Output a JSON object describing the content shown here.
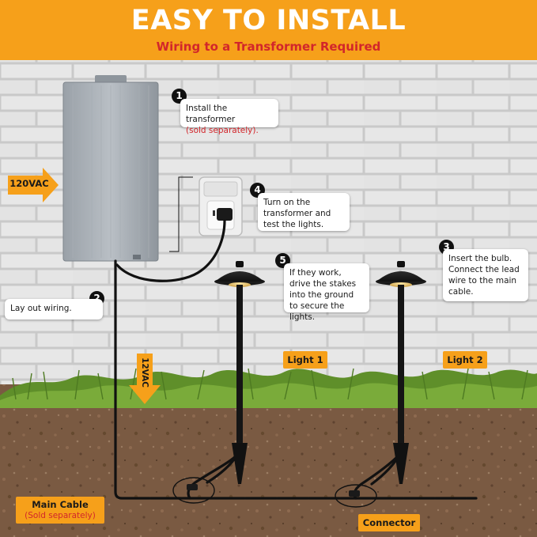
{
  "header": {
    "title": "EASY TO INSTALL",
    "subtitle": "Wiring to a Transformer Required"
  },
  "labels": {
    "voltage_input": "120VAC",
    "voltage_down": "12VAC",
    "light1": "Light 1",
    "light2": "Light 2",
    "main_cable": "Main Cable",
    "main_cable_note": "(Sold separately)",
    "connector": "Connector"
  },
  "steps": [
    {
      "number": "1",
      "text": "Install the transformer",
      "note": "(sold separately)."
    },
    {
      "number": "2",
      "text": "Lay out wiring."
    },
    {
      "number": "3",
      "text": "Insert the bulb. Connect the lead wire to the main cable."
    },
    {
      "number": "4",
      "text": "Turn on the transformer and test the lights."
    },
    {
      "number": "5",
      "text": "If they work, drive the stakes into the ground to secure the lights."
    }
  ],
  "colors": {
    "accent": "#f6a01a",
    "note_red": "#d2262b",
    "wire": "#111111"
  }
}
